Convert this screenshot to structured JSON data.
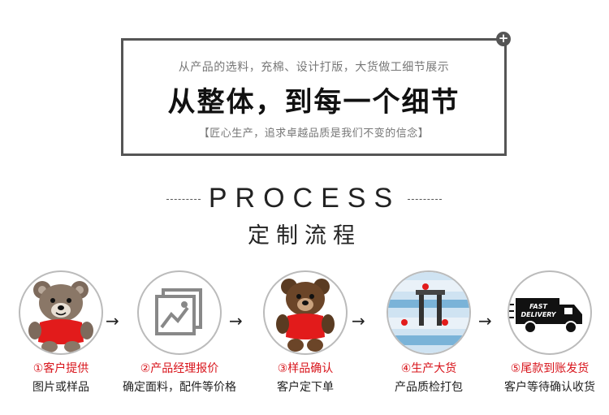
{
  "intro": {
    "subtitle": "从产品的选料，充棉、设计打版，大货做工细节展示",
    "title": "从整体，到每一个细节",
    "tagline": "【匠心生产，追求卓越品质是我们不变的信念】",
    "badge_symbol": "+"
  },
  "process": {
    "heading": "PROCESS",
    "subheading": "定制流程",
    "arrow_symbol": "→"
  },
  "steps": [
    {
      "title": "①客户提供",
      "desc": "图片或样品",
      "icon": "teddy-bear-grey-icon"
    },
    {
      "title": "②产品经理报价",
      "desc": "确定面料，配件等价格",
      "icon": "image-gallery-icon"
    },
    {
      "title": "③样品确认",
      "desc": "客户定下单",
      "icon": "teddy-bear-brown-icon"
    },
    {
      "title": "④生产大货",
      "desc": "产品质检打包",
      "icon": "production-line-icon"
    },
    {
      "title": "⑤尾款到账发货",
      "desc": "客户等待确认收货",
      "icon": "delivery-truck-icon"
    }
  ],
  "truck": {
    "line1": "FAST",
    "line2": "DELIVERY"
  },
  "colors": {
    "accent": "#d8141b",
    "border": "#555555",
    "shirt": "#e21b1b",
    "bear_grey": "#7d6a5c",
    "bear_brown": "#5a3b22"
  }
}
